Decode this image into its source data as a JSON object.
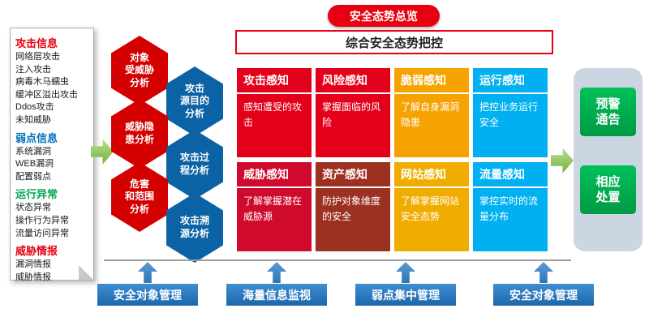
{
  "badge": {
    "label": "安全态势总览"
  },
  "overview_bar": {
    "label": "综合安全态势把控"
  },
  "left_panel": {
    "sections": [
      {
        "title": "攻击信息",
        "items": [
          "网络层攻击",
          "注入攻击",
          "病毒木马蠕虫",
          "缓冲区溢出攻击",
          "Ddos攻击",
          "未知威胁"
        ]
      },
      {
        "title": "弱点信息",
        "items": [
          "系统漏洞",
          "WEB漏洞",
          "配置弱点"
        ]
      },
      {
        "title": "运行异常",
        "items": [
          "状态异常",
          "操作行为异常",
          "流量访问异常"
        ]
      },
      {
        "title": "威胁情报",
        "items": [
          "漏洞情报",
          "威胁情报"
        ]
      }
    ]
  },
  "hexagons": [
    "对象\n受威胁\n分析",
    "攻击\n源目的\n分析",
    "威胁隐\n患分析",
    "攻击过\n程分析",
    "危害\n和范围\n分析",
    "攻击溯\n源分析"
  ],
  "cards": [
    {
      "title": "攻击感知",
      "desc": "感知遭受的攻击"
    },
    {
      "title": "风险感知",
      "desc": "掌握面临的风险"
    },
    {
      "title": "脆弱感知",
      "desc": "了解自身漏洞隐患"
    },
    {
      "title": "运行感知",
      "desc": "把控业务运行安全"
    },
    {
      "title": "威胁感知",
      "desc": "了解掌握潜在威胁源"
    },
    {
      "title": "资产感知",
      "desc": "防护对象维度的安全"
    },
    {
      "title": "网站感知",
      "desc": "了解掌握网站安全态势"
    },
    {
      "title": "流量感知",
      "desc": "掌控实时的流量分布"
    }
  ],
  "right_panel": {
    "items": [
      "预警\n通告",
      "相应\n处置"
    ]
  },
  "bottom": {
    "boxes": [
      "安全对象管理",
      "海量信息监视",
      "弱点集中管理",
      "安全对象管理"
    ]
  },
  "colors": {
    "accent_red": "#e60012",
    "hex_red": "#d40000",
    "hex_blue": "#0b62a4",
    "card_red": "#e2001a",
    "card_crimson": "#cf0a2c",
    "card_maroon": "#9c3122",
    "card_orange": "#f5a300",
    "card_gold": "#f0ad00",
    "card_cyan": "#00b0f0",
    "green_box": "#00b050",
    "blue_box": "#2077c0",
    "arrow_green": "#8fd14f",
    "arrow_blue": "#2e75b6"
  }
}
